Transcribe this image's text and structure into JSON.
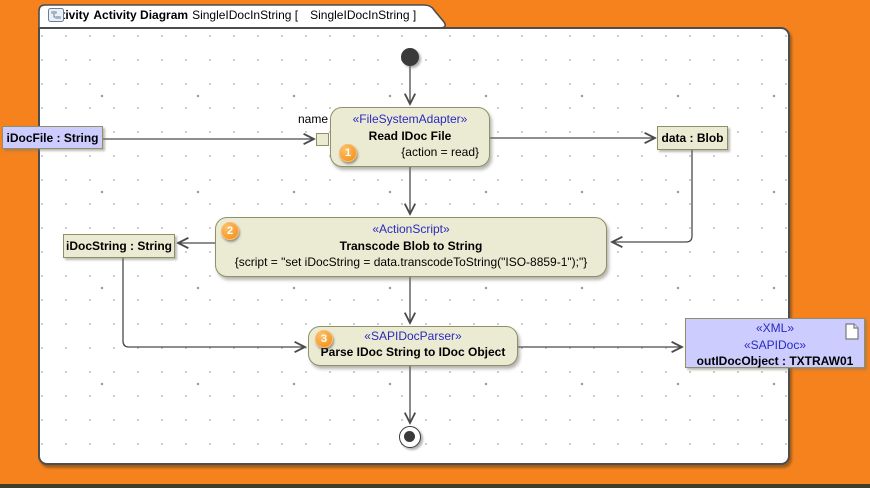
{
  "frame": {
    "title_keyword": "activity",
    "title_type": "Activity Diagram",
    "title_name": "SingleIDocInString [",
    "title_ref": "SingleIDocInString ]",
    "diagram_icon": "activity-diagram-icon"
  },
  "colors": {
    "background_orange": "#F6821E",
    "action_fill": "#EBEBD3",
    "node_border": "#8F8F69",
    "object_fill_lavender": "#CCCCFF",
    "stereotype_blue": "#2A2AC0",
    "badge_orange": "#F6931D",
    "edge_gray": "#4A4A4A"
  },
  "nodes": {
    "action1": {
      "stereotype": "«FileSystemAdapter»",
      "name": "Read IDoc File",
      "property": "{action = read}",
      "badge": "1"
    },
    "action2": {
      "stereotype": "«ActionScript»",
      "name": "Transcode Blob to String",
      "property": "{script = \"set iDocString = data.transcodeToString(\"ISO-8859-1\");\"}",
      "badge": "2"
    },
    "action3": {
      "stereotype": "«SAPIDocParser»",
      "name": "Parse IDoc String to IDoc Object",
      "badge": "3"
    },
    "object_idocfile": {
      "label": "iDocFile : String"
    },
    "object_datablob": {
      "label": "data : Blob"
    },
    "object_idocstring": {
      "label": "iDocString : String"
    },
    "object_outidoc": {
      "stereotype1": "«XML»",
      "stereotype2": "«SAPIDoc»",
      "label": "outIDocObject : TXTRAW01"
    }
  },
  "edges": {
    "name_label": "name"
  }
}
